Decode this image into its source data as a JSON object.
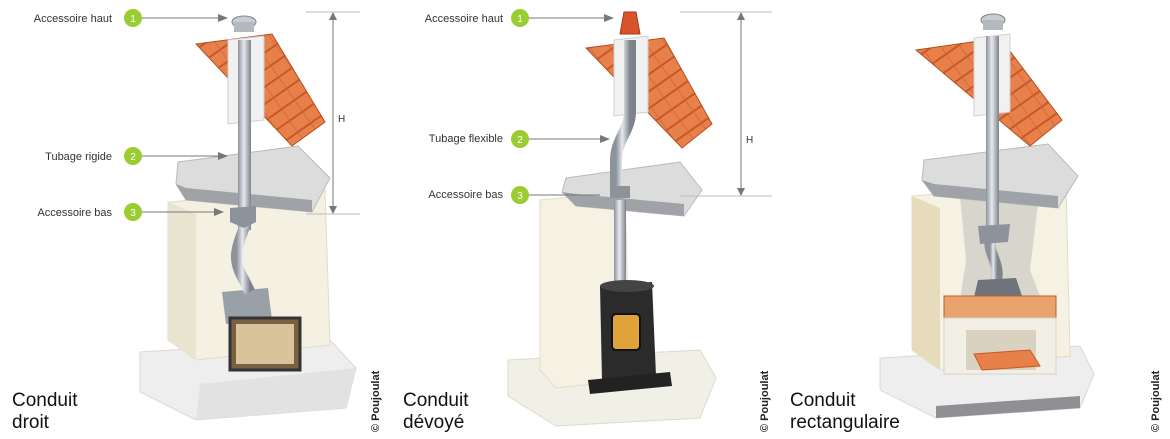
{
  "colors": {
    "callout_badge": "#9acd32",
    "roof_tile": "#e8804a",
    "roof_tile_dark": "#c8572a",
    "pipe": "#c8ccd2",
    "stove": "#2b2b2b"
  },
  "panels": [
    {
      "callouts": [
        {
          "number": "1",
          "label": "Accessoire haut"
        },
        {
          "number": "2",
          "label": "Tubage rigide"
        },
        {
          "number": "3",
          "label": "Accessoire bas"
        }
      ],
      "height_label": "H",
      "caption_line1": "Conduit",
      "caption_line2": "droit",
      "copyright": "© Poujoulat"
    },
    {
      "callouts": [
        {
          "number": "1",
          "label": "Accessoire haut"
        },
        {
          "number": "2",
          "label": "Tubage flexible"
        },
        {
          "number": "3",
          "label": "Accessoire bas"
        }
      ],
      "height_label": "H",
      "caption_line1": "Conduit",
      "caption_line2": "dévoyé",
      "copyright": "© Poujoulat"
    },
    {
      "caption_line1": "Conduit",
      "caption_line2": "rectangulaire",
      "copyright": "© Poujoulat"
    }
  ]
}
